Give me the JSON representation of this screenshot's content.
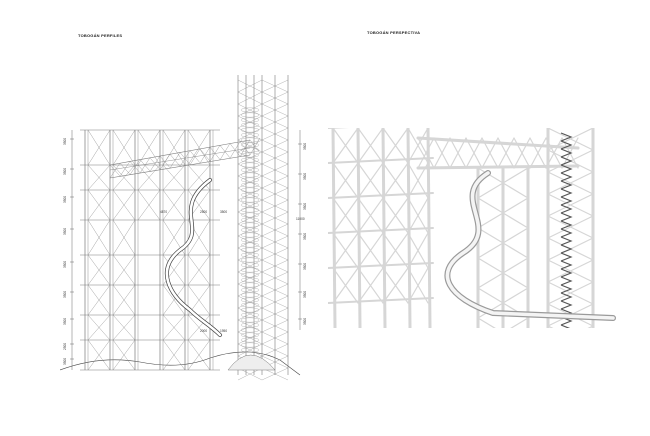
{
  "titles": {
    "elevation": "TOBOGÁN PERFILES",
    "perspective": "TOBOGÁN PERSPECTIVA"
  },
  "elevation_dims_left": [
    "3500",
    "3500",
    "3500",
    "3500",
    "3500",
    "3500",
    "3500",
    "2500",
    "3500"
  ],
  "elevation_dims_right": [
    "3500",
    "3500",
    "3500",
    "3500",
    "3500",
    "3500",
    "3500"
  ],
  "elevation_dims_inner": [
    "4870",
    "2500",
    "3500",
    "11000",
    "2000",
    "1950"
  ],
  "colors": {
    "line": "#7a7a7a",
    "line_dark": "#444444",
    "frame": "#f2f2f2",
    "frame_edge": "#d6d6d6",
    "spiral": "#9a9a9a"
  }
}
